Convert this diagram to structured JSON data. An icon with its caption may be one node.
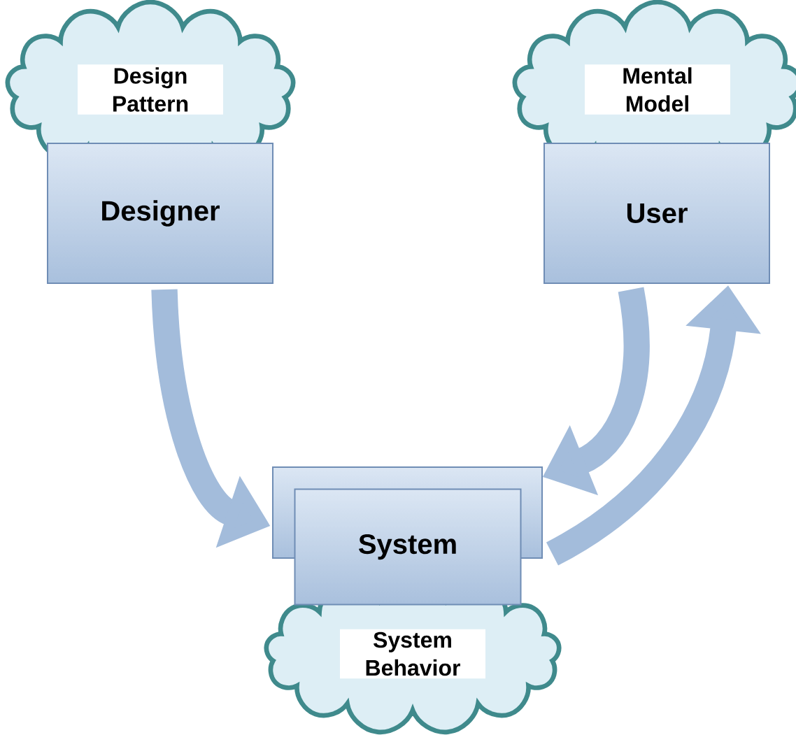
{
  "diagram": {
    "nodes": [
      {
        "text": [
          "Design Pattern"
        ]
      },
      {
        "text": [
          "Designer"
        ]
      },
      {
        "text": [
          "Mental Model"
        ]
      },
      {
        "text": [
          "User"
        ]
      },
      {
        "text": [
          "System"
        ]
      },
      {
        "text": [
          "System Behavior"
        ]
      }
    ],
    "edges": [
      {
        "from": 1,
        "to": 4,
        "arrow": "to"
      },
      {
        "from": 3,
        "to": 4,
        "arrow": "to"
      },
      {
        "from": 4,
        "to": 3,
        "arrow": "to"
      }
    ]
  }
}
